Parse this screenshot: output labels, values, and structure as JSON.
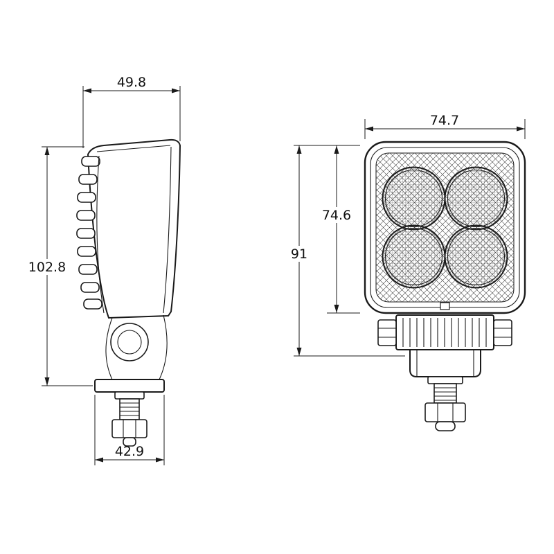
{
  "colors": {
    "line": "#1a1a1a",
    "background": "#ffffff"
  },
  "side_view": {
    "dims": {
      "top_width": "49.8",
      "height": "102.8",
      "base_width": "42.9"
    }
  },
  "front_view": {
    "dims": {
      "top_width": "74.7",
      "lens_height": "74.6",
      "total_height": "91"
    }
  }
}
